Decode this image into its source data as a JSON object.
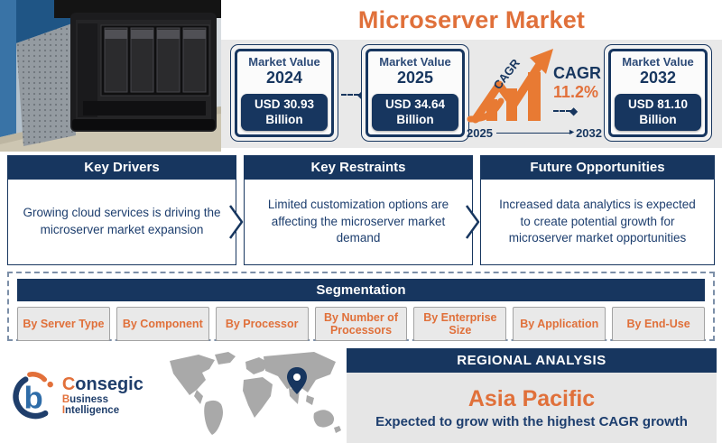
{
  "title": "Microserver Market",
  "colors": {
    "navy": "#17365F",
    "orange_title": "#E0703A",
    "orange_chart": "#E87A33",
    "band_gray": "#E9E9E9",
    "chip_gray": "#E9E9E9",
    "map_gray": "#A9A9A9"
  },
  "market_cards": [
    {
      "label": "Market Value",
      "year": "2024",
      "value_line1": "USD 30.93",
      "value_line2": "Billion"
    },
    {
      "label": "Market Value",
      "year": "2025",
      "value_line1": "USD 34.64",
      "value_line2": "Billion"
    },
    {
      "label": "Market Value",
      "year": "2032",
      "value_line1": "USD 81.10",
      "value_line2": "Billion"
    }
  ],
  "cagr": {
    "chart_label": "CAGR",
    "label": "CAGR",
    "value": "11.2%",
    "start_year": "2025",
    "end_year": "2032"
  },
  "insights": [
    {
      "title": "Key Drivers",
      "text": "Growing cloud services is driving the microserver market expansion"
    },
    {
      "title": "Key Restraints",
      "text": "Limited customization options are affecting the microserver market demand"
    },
    {
      "title": "Future Opportunities",
      "text": "Increased data analytics is expected to create potential growth for microserver market opportunities"
    }
  ],
  "segmentation": {
    "title": "Segmentation",
    "chips": [
      "By Server Type",
      "By Component",
      "By Processor",
      "By Number of Processors",
      "By Enterprise Size",
      "By Application",
      "By End-Use"
    ]
  },
  "regional": {
    "title": "REGIONAL ANALYSIS",
    "region": "Asia Pacific",
    "subtitle": "Expected to grow with the highest CAGR growth"
  },
  "logo": {
    "word_initial": "C",
    "word_rest": "onsegic",
    "sub_initial1": "B",
    "sub_rest1": "usiness ",
    "sub_initial2": "I",
    "sub_rest2": "ntelligence",
    "mark_letter": "b"
  },
  "chart_data": {
    "type": "bar",
    "title": "Microserver Market value",
    "categories": [
      "2024",
      "2025",
      "2032"
    ],
    "values": [
      30.93,
      34.64,
      81.1
    ],
    "ylabel": "USD Billion",
    "cagr_percent": 11.2,
    "cagr_period": [
      "2025",
      "2032"
    ]
  }
}
